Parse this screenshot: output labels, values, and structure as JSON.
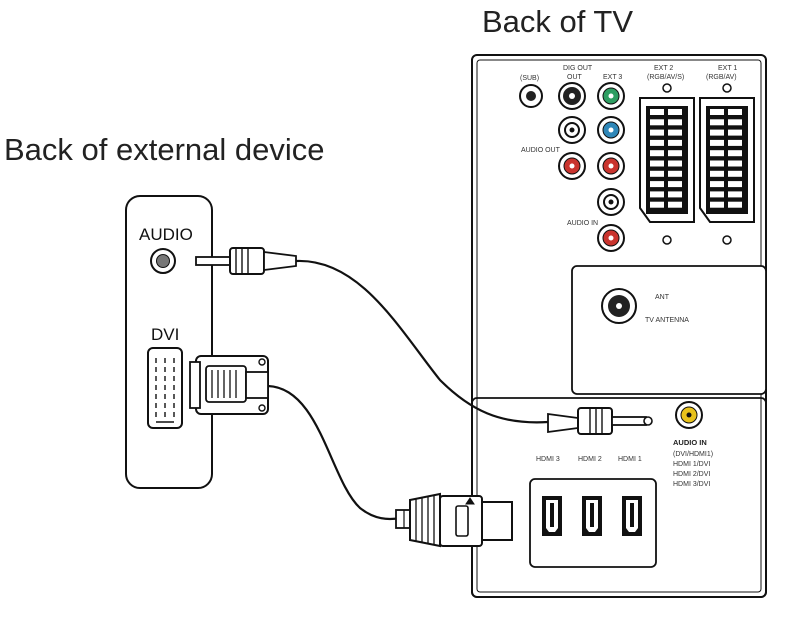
{
  "labels": {
    "tv_title": "Back of TV",
    "device_title": "Back of external device",
    "audio_port": "AUDIO",
    "dvi_port": "DVI"
  },
  "tv_panel": {
    "top_jacks": [
      "(SUB)",
      "DIG OUT",
      "EXT 3"
    ],
    "top_jacks_sub": [
      "",
      "OUT",
      ""
    ],
    "scart_labels": [
      "EXT 2",
      "EXT 1"
    ],
    "scart_sub": [
      "(RGB/AV/S)",
      "(RGB/AV)"
    ],
    "audio_out_label": "AUDIO OUT",
    "audio_in_small": "AUDIO IN",
    "antenna_label": "ANT",
    "antenna_sub": "TV ANTENNA",
    "audio_in_label": "AUDIO IN",
    "audio_in_lines": [
      "(DVI/HDMI1)",
      "HDMI 1/DVI",
      "HDMI 2/DVI",
      "HDMI 3/DVI"
    ],
    "hdmi_labels": [
      "HDMI 3",
      "HDMI 2",
      "HDMI 1"
    ]
  },
  "colors": {
    "line": "#111111",
    "green_jack": "#2e9e62",
    "blue_jack": "#2f87b8",
    "red_jack": "#c9342e",
    "yellow_jack": "#e8c21c"
  }
}
